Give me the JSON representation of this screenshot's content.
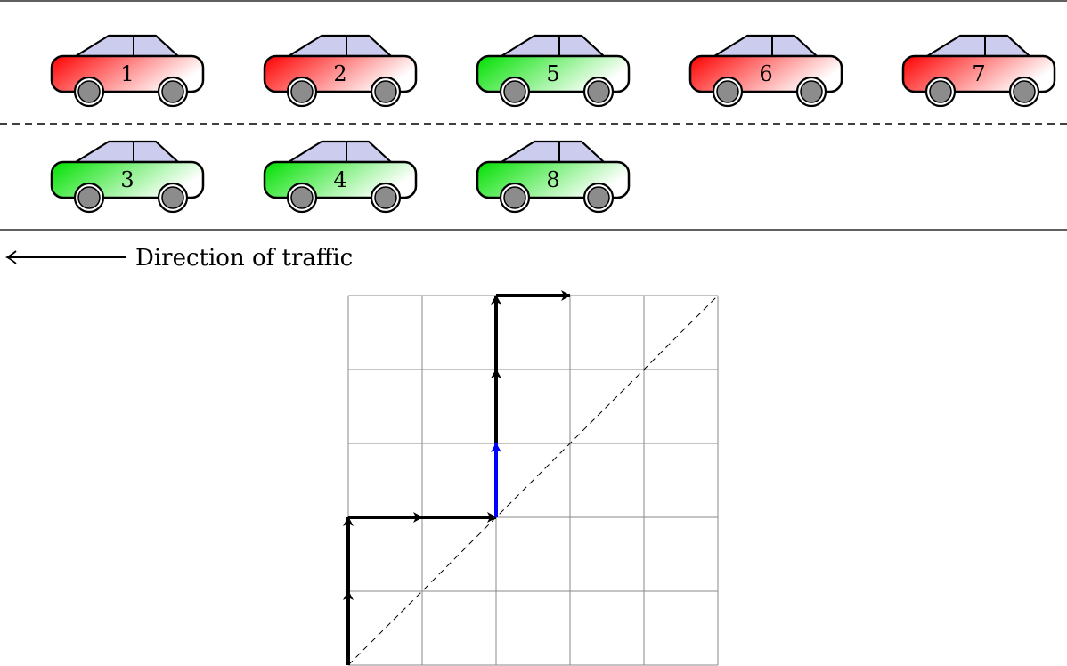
{
  "road": {
    "direction_label": "Direction of traffic",
    "lanes": [
      {
        "name": "lane-1",
        "cars": [
          {
            "number": "1",
            "color": "#ff0000"
          },
          {
            "number": "2",
            "color": "#ff0000"
          },
          {
            "number": "5",
            "color": "#00e000"
          },
          {
            "number": "6",
            "color": "#ff0000"
          },
          {
            "number": "7",
            "color": "#ff0000"
          }
        ]
      },
      {
        "name": "lane-2",
        "cars": [
          {
            "number": "3",
            "color": "#00e000"
          },
          {
            "number": "4",
            "color": "#00e000"
          },
          {
            "number": "8",
            "color": "#00e000"
          }
        ]
      }
    ]
  },
  "lattice": {
    "size": 5,
    "diagonal": "dashed",
    "path": [
      {
        "from": [
          0,
          0
        ],
        "to": [
          0,
          1
        ],
        "color": "#000000"
      },
      {
        "from": [
          0,
          1
        ],
        "to": [
          0,
          2
        ],
        "color": "#000000"
      },
      {
        "from": [
          0,
          2
        ],
        "to": [
          1,
          2
        ],
        "color": "#000000"
      },
      {
        "from": [
          1,
          2
        ],
        "to": [
          2,
          2
        ],
        "color": "#000000"
      },
      {
        "from": [
          2,
          2
        ],
        "to": [
          2,
          3
        ],
        "color": "#0000ff"
      },
      {
        "from": [
          2,
          3
        ],
        "to": [
          2,
          4
        ],
        "color": "#000000"
      },
      {
        "from": [
          2,
          4
        ],
        "to": [
          2,
          5
        ],
        "color": "#000000"
      },
      {
        "from": [
          2,
          5
        ],
        "to": [
          3,
          5
        ],
        "color": "#000000"
      }
    ]
  }
}
